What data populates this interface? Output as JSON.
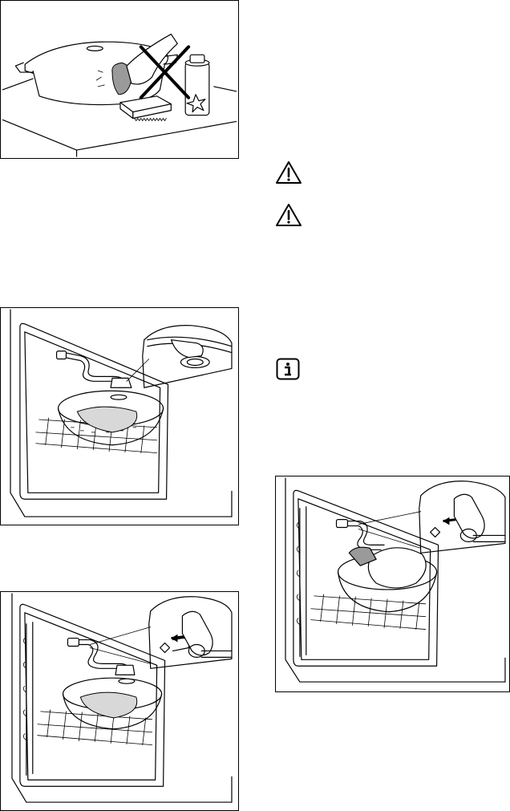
{
  "figures": {
    "cleaning": {
      "alt": "",
      "icons": [
        "casserole-dish",
        "scouring-pad",
        "spray-can",
        "cross-mark"
      ]
    },
    "oven_dish_shelf": {
      "alt": "",
      "icons": [
        "oven-cavity",
        "steam-pipe",
        "glass-dish",
        "magnifier-inset"
      ]
    },
    "oven_connect_left": {
      "alt": "",
      "icons": [
        "oven-cavity",
        "steam-pipe",
        "arrow-icon"
      ]
    },
    "oven_connect_right": {
      "alt": "",
      "icons": [
        "oven-cavity",
        "steam-pipe",
        "arrow-icon"
      ]
    }
  },
  "icons": {
    "warning_1": "warning-triangle-icon",
    "warning_2": "warning-triangle-icon",
    "info": "info-icon"
  },
  "colors": {
    "line": "#000000",
    "shade": "#9a9a9a",
    "background": "#ffffff"
  }
}
